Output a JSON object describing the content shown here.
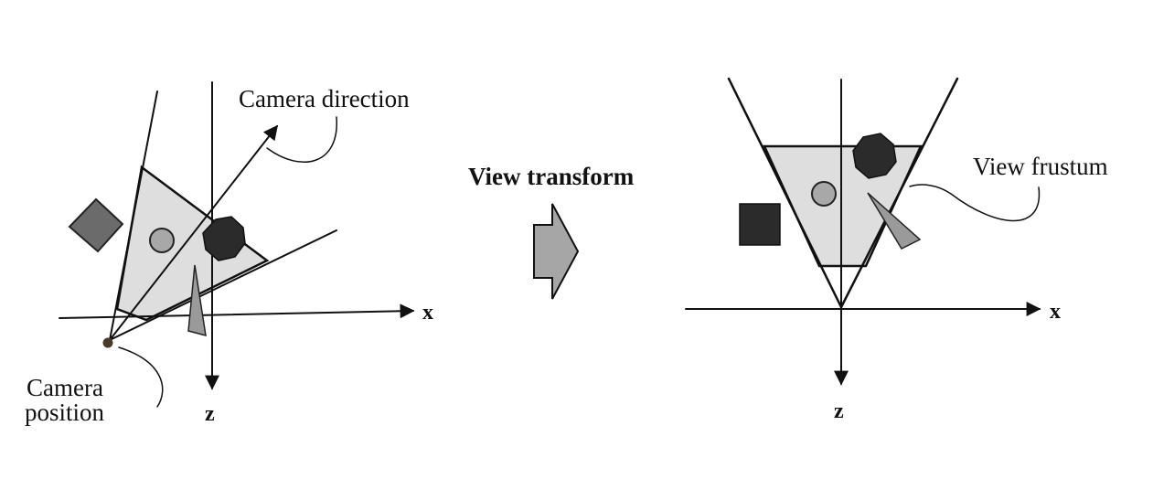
{
  "left_panel": {
    "camera_direction_label": "Camera direction",
    "camera_position_label_line1": "Camera",
    "camera_position_label_line2": "position",
    "axis_x_label": "x",
    "axis_z_label": "z"
  },
  "middle": {
    "transform_label": "View transform"
  },
  "right_panel": {
    "view_frustum_label": "View frustum",
    "axis_x_label": "x",
    "axis_z_label": "z"
  },
  "colors": {
    "ink": "#111111",
    "frustum_fill": "#dedede",
    "dark_object": "#2b2b2b",
    "mid_object": "#6b6b6b",
    "sphere": "#a8a8a8",
    "cone": "#9a9a9a",
    "arrow_fill": "#a6a6a6"
  },
  "icons": {
    "box": "square-box-icon",
    "sphere": "sphere-icon",
    "octagon": "octagon-icon",
    "cone": "cone-icon",
    "transform_arrow": "right-arrow-icon"
  }
}
